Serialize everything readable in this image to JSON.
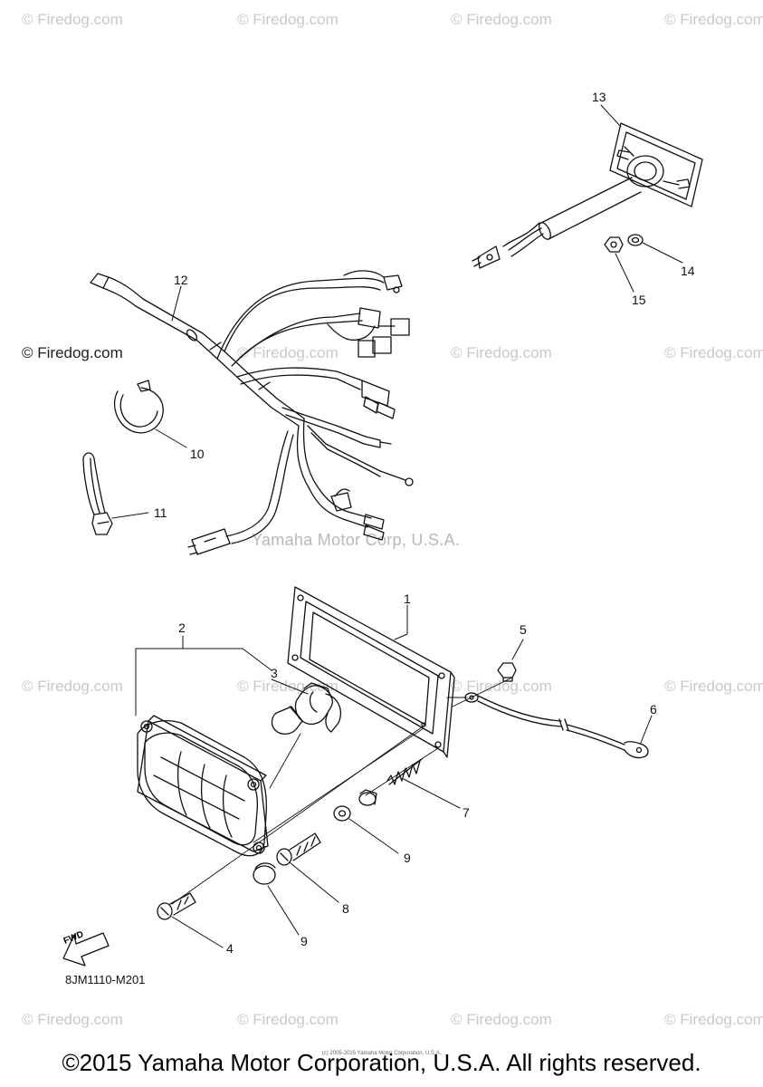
{
  "watermarks": {
    "grid_text": "© Firedog.com",
    "dark_text": "© Firedog.com",
    "corp_text": "Yamaha Motor Corp, U.S.A."
  },
  "callouts": [
    {
      "id": "1",
      "label": "1"
    },
    {
      "id": "2",
      "label": "2"
    },
    {
      "id": "3",
      "label": "3"
    },
    {
      "id": "4",
      "label": "4"
    },
    {
      "id": "5",
      "label": "5"
    },
    {
      "id": "6",
      "label": "6"
    },
    {
      "id": "7",
      "label": "7"
    },
    {
      "id": "8",
      "label": "8"
    },
    {
      "id": "9a",
      "label": "9"
    },
    {
      "id": "9b",
      "label": "9"
    },
    {
      "id": "10",
      "label": "10"
    },
    {
      "id": "11",
      "label": "11"
    },
    {
      "id": "12",
      "label": "12"
    },
    {
      "id": "13",
      "label": "13"
    },
    {
      "id": "14",
      "label": "14"
    },
    {
      "id": "15",
      "label": "15"
    }
  ],
  "fwd_label": "FWD",
  "diagram_code": "8JM1110-M201",
  "copyright_small": "(c) 2005-2015 Yamaha Motor Corporation, U.S.A.",
  "copyright": "©2015 Yamaha Motor Corporation, U.S.A. All rights reserved."
}
